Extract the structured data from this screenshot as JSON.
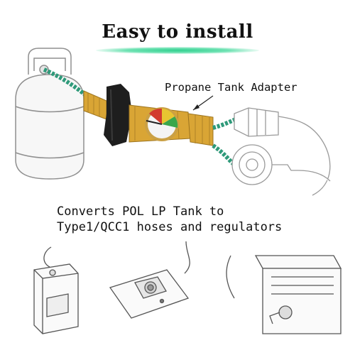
{
  "header": {
    "title": "Easy to install"
  },
  "callout": {
    "label": "Propane Tank Adapter"
  },
  "caption": {
    "line1": "Converts POL LP Tank to",
    "line2": "Type1/QCC1 hoses and regulators"
  },
  "colors": {
    "brass": "#d9a535",
    "hose_green": "#2f9a7a",
    "knob": "#1e1e1e",
    "outline": "#8a8a8a"
  }
}
